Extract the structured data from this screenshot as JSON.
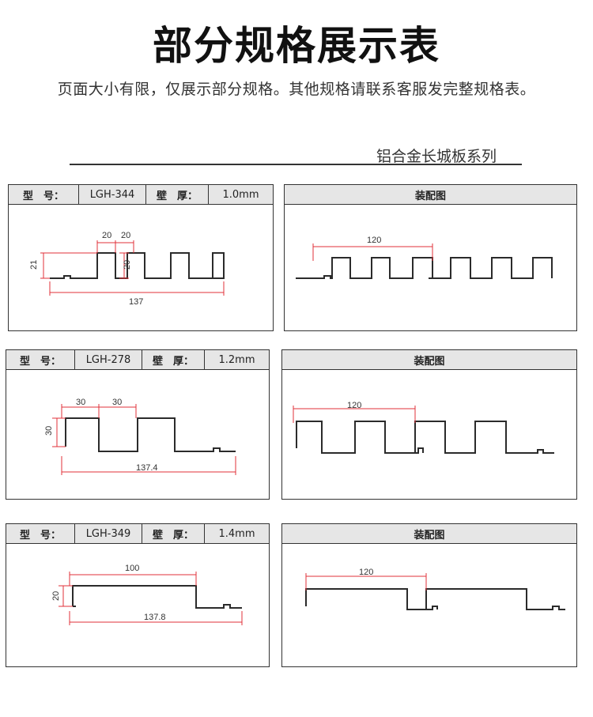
{
  "page": {
    "title": "部分规格展示表",
    "subtitle": "页面大小有限，仅展示部分规格。其他规格请联系客服发完整规格表。",
    "series": "铝合金长城板系列"
  },
  "labels": {
    "model": "型　号：",
    "thickness": "壁　厚：",
    "assembly": "装配图"
  },
  "products": [
    {
      "model": "LGH-344",
      "thickness": "1.0mm",
      "dims": {
        "w1": "20",
        "w2": "20",
        "h": "21",
        "h2": "20",
        "total": "137"
      },
      "assembly_span": "120"
    },
    {
      "model": "LGH-278",
      "thickness": "1.2mm",
      "dims": {
        "w1": "30",
        "w2": "30",
        "h": "30",
        "total": "137.4"
      },
      "assembly_span": "120"
    },
    {
      "model": "LGH-349",
      "thickness": "1.4mm",
      "dims": {
        "w1": "100",
        "h": "20",
        "total": "137.8"
      },
      "assembly_span": "120"
    }
  ],
  "colors": {
    "dimension": "#e0303a",
    "profile": "#2b2b2b",
    "header_bg": "#e6e6e6"
  }
}
